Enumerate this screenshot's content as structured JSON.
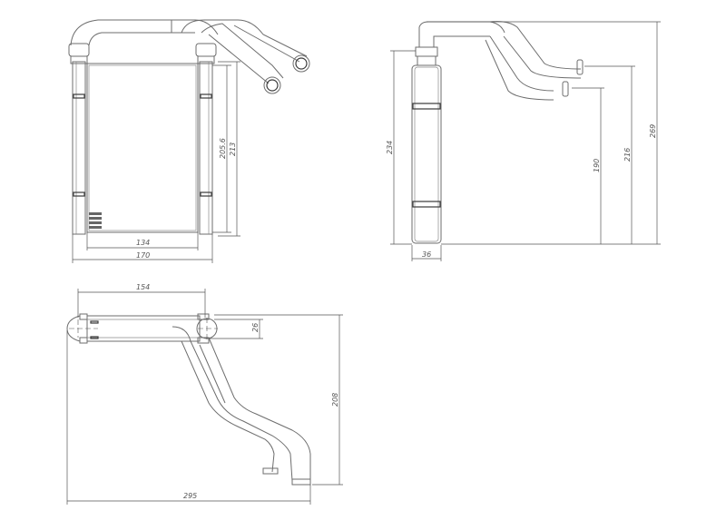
{
  "drawing": {
    "subject": "Heater core with inlet/outlet pipes",
    "views": {
      "front": {
        "dimensions": {
          "core_width": "134",
          "overall_width": "170",
          "core_height": "205.6",
          "tank_height": "213"
        }
      },
      "side": {
        "dimensions": {
          "core_height": "234",
          "thickness": "36",
          "lower_pipe_height": "190",
          "upper_pipe_height": "216",
          "overall_height": "269"
        }
      },
      "top": {
        "dimensions": {
          "pipe_spacing": "154",
          "pipe_offset": "26",
          "depth": "208",
          "overall_length": "295"
        }
      }
    },
    "colors": {
      "line": "#6d6d6d",
      "dimension": "#555555",
      "background": "#ffffff"
    }
  }
}
